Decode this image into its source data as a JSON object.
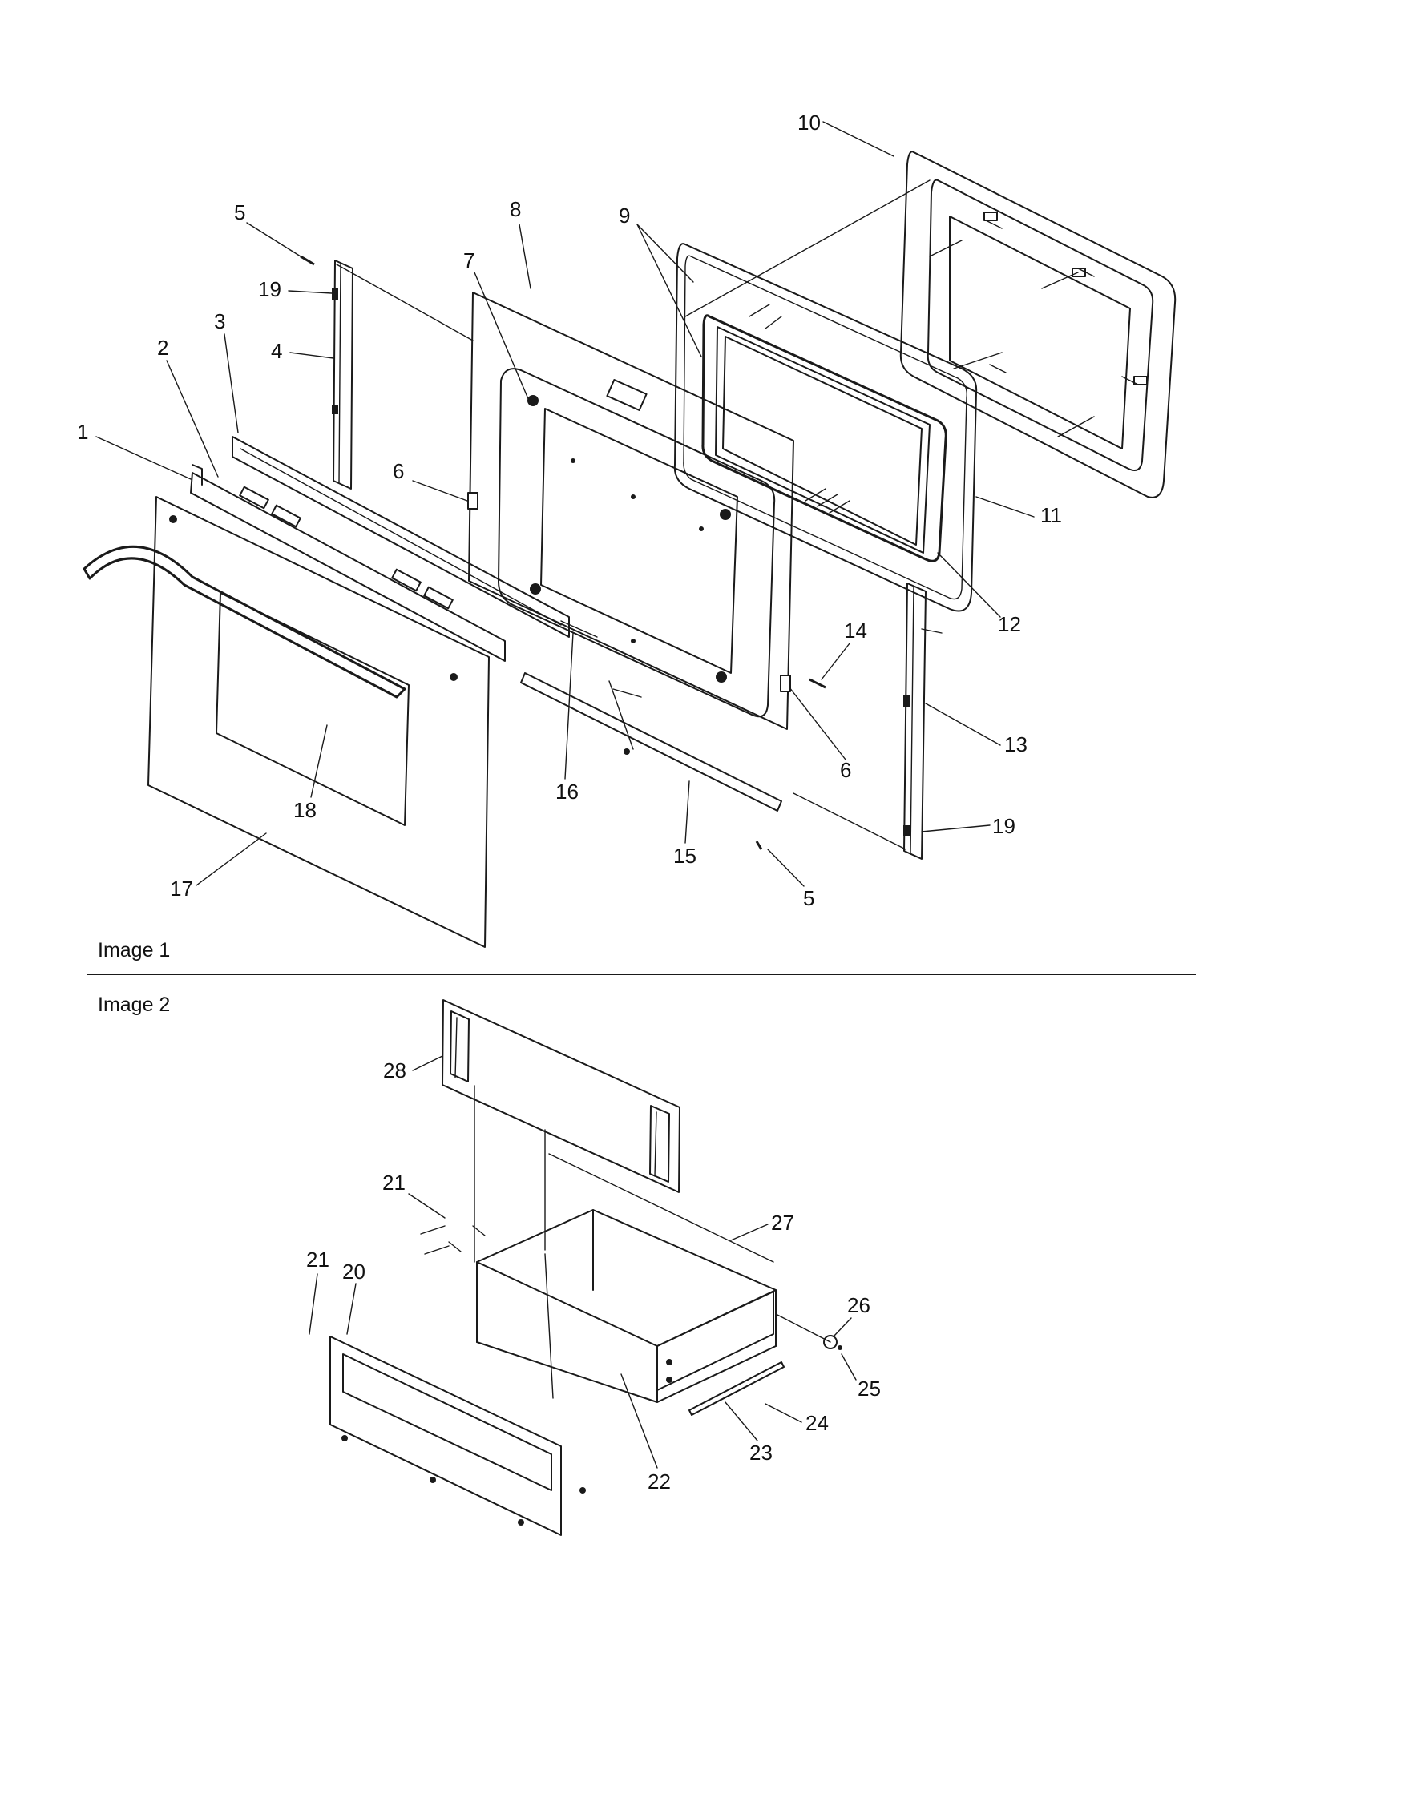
{
  "captions": {
    "image1": "Image 1",
    "image2": "Image 2"
  },
  "callouts": {
    "c1": "1",
    "c2": "2",
    "c3": "3",
    "c4": "4",
    "c5a": "5",
    "c5b": "5",
    "c6a": "6",
    "c6b": "6",
    "c7": "7",
    "c8": "8",
    "c9": "9",
    "c10": "10",
    "c11": "11",
    "c12": "12",
    "c13": "13",
    "c14": "14",
    "c15": "15",
    "c16": "16",
    "c17": "17",
    "c18": "18",
    "c19a": "19",
    "c19b": "19",
    "c20": "20",
    "c21a": "21",
    "c21b": "21",
    "c22": "22",
    "c23": "23",
    "c24": "24",
    "c25": "25",
    "c26": "26",
    "c27": "27",
    "c28": "28"
  }
}
